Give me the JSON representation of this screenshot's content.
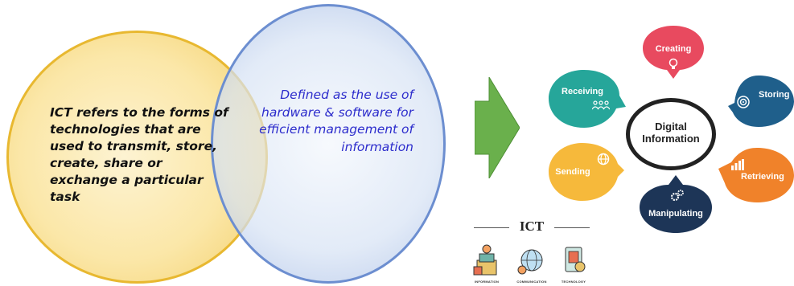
{
  "venn": {
    "left_text": "ICT refers to the forms of technologies that are used to transmit, store, create, share or exchange a particular task",
    "right_text": "Defined as the use of hardware & software for efficient management of information",
    "colors": {
      "left_fill": "#fbe7a8",
      "left_border": "#e8b830",
      "right_fill": "#d6e2f4",
      "right_border": "#6c8ed0"
    }
  },
  "arrow": {
    "color": "#6ab04c"
  },
  "cycle": {
    "center_label": "Digital Information",
    "nodes": [
      {
        "label": "Creating",
        "color": "#e84a5f",
        "icon": "lightbulb-icon"
      },
      {
        "label": "Storing",
        "color": "#1f5f8b",
        "icon": "target-icon"
      },
      {
        "label": "Retrieving",
        "color": "#f0822a",
        "icon": "bar-chart-icon"
      },
      {
        "label": "Manipulating",
        "color": "#1d3557",
        "icon": "gears-icon"
      },
      {
        "label": "Sending",
        "color": "#f6b93b",
        "icon": "globe-icon"
      },
      {
        "label": "Receiving",
        "color": "#26a69a",
        "icon": "people-icon"
      }
    ]
  },
  "ict_illustration": {
    "title": "ICT",
    "captions": [
      "INFORMATION",
      "COMMUNICATION",
      "TECHNOLOGY"
    ]
  }
}
